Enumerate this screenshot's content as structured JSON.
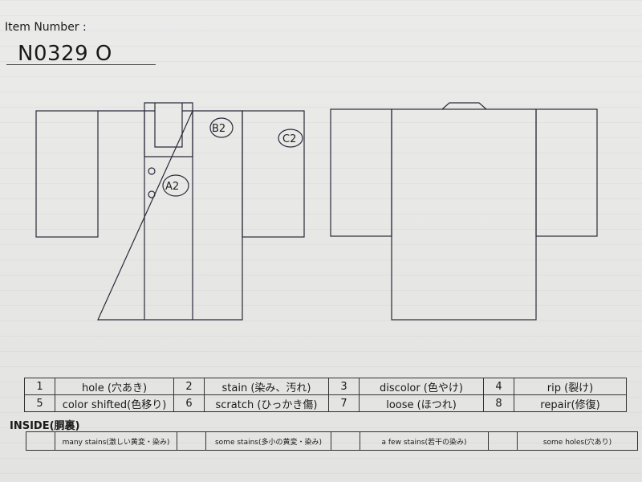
{
  "header": {
    "label": "Item Number :",
    "value": "N0329   O"
  },
  "marks": [
    "B2",
    "C2",
    "A2"
  ],
  "legend": [
    [
      "1",
      "hole (穴あき)",
      "2",
      "stain (染み、汚れ)",
      "3",
      "discolor (色やけ)",
      "4",
      "rip (裂け)"
    ],
    [
      "5",
      "color shifted(色移り)",
      "6",
      "scratch (ひっかき傷)",
      "7",
      "loose (ほつれ)",
      "8",
      "repair(修復)"
    ]
  ],
  "inside": {
    "label": "INSIDE(胴裏)",
    "cells": [
      "many stains(激しい黄変・染み)",
      "some stains(多小の黄変・染み)",
      "a few stains(若干の染み)",
      "some holes(穴あり)"
    ]
  },
  "colors": {
    "line": "#2a2a3a",
    "paper": "#e8e8e6"
  }
}
